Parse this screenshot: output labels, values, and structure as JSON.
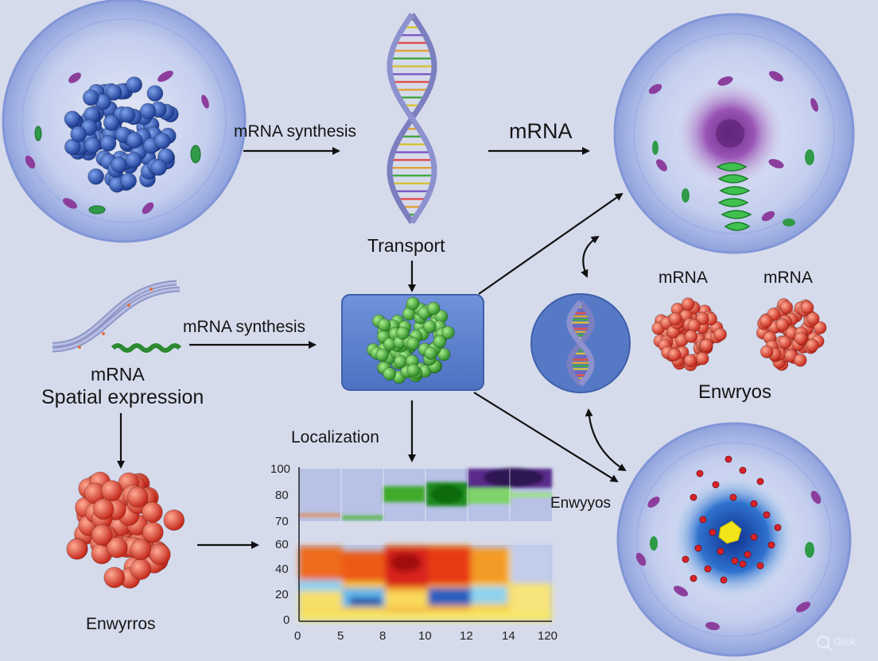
{
  "labels": {
    "mrna_synthesis_top": "mRNA synthesis",
    "mrna_top": "mRNA",
    "transport": "Transport",
    "mrna_synthesis_mid": "mRNA synthesis",
    "mrna_left": "mRNA",
    "spatial_expression": "Spatial expression",
    "mrna_cluster_1": "mRNA",
    "mrna_cluster_2": "mRNA",
    "enwryos_right": "Enwryos",
    "localization": "Localization",
    "enwyyos_chart": "Enwyyos",
    "enwyrros_left": "Enwyrros",
    "watermark": "Grok"
  },
  "chart_data": [
    {
      "type": "heatmap",
      "y_ticks": [
        "100",
        "80",
        "70"
      ],
      "ylim": [
        70,
        100
      ]
    },
    {
      "type": "heatmap",
      "y_ticks": [
        "60",
        "40",
        "20",
        "0"
      ],
      "x_ticks": [
        "0",
        "5",
        "8",
        "10",
        "12",
        "14",
        "120"
      ],
      "ylim": [
        0,
        60
      ]
    }
  ],
  "colors": {
    "background": "#d6dbec",
    "cell_membrane": "#7f95d4",
    "nucleus_blue": "#3a5fb8",
    "green_cluster": "#4cb83f",
    "red_cluster": "#e2472f",
    "arrow": "#111111"
  }
}
